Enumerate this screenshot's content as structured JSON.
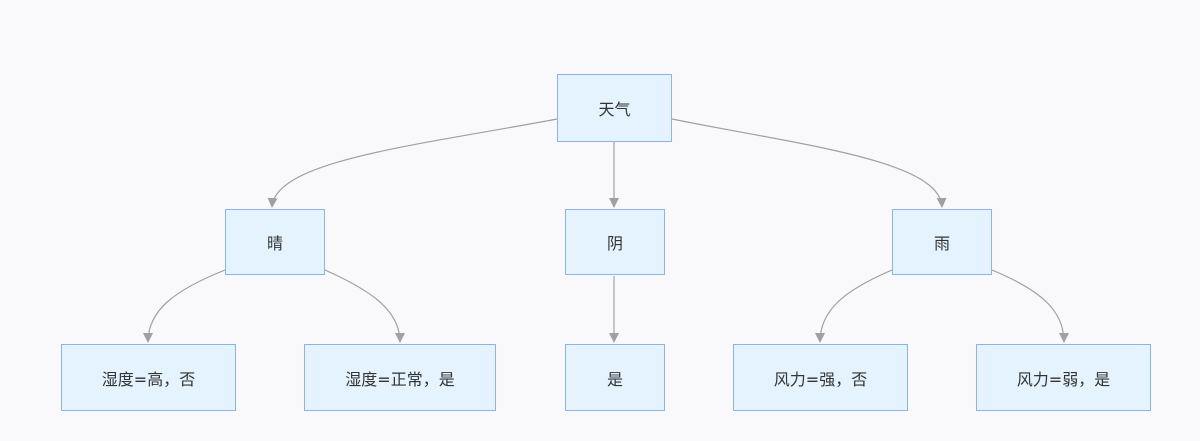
{
  "diagram": {
    "colors": {
      "background": "#f9f9fb",
      "node_fill": "#e4f3fd",
      "node_border": "#8db4e6",
      "edge": "#a0a0a0",
      "text": "#333333"
    },
    "nodes": {
      "root": "天气",
      "sunny": "晴",
      "cloudy": "阴",
      "rainy": "雨",
      "humidity_high": "湿度=高，否",
      "humidity_normal": "湿度=正常，是",
      "cloudy_yes": "是",
      "wind_strong": "风力=强，否",
      "wind_weak": "风力=弱，是"
    },
    "edges": [
      {
        "from": "root",
        "to": "sunny"
      },
      {
        "from": "root",
        "to": "cloudy"
      },
      {
        "from": "root",
        "to": "rainy"
      },
      {
        "from": "sunny",
        "to": "humidity_high"
      },
      {
        "from": "sunny",
        "to": "humidity_normal"
      },
      {
        "from": "cloudy",
        "to": "cloudy_yes"
      },
      {
        "from": "rainy",
        "to": "wind_strong"
      },
      {
        "from": "rainy",
        "to": "wind_weak"
      }
    ]
  }
}
